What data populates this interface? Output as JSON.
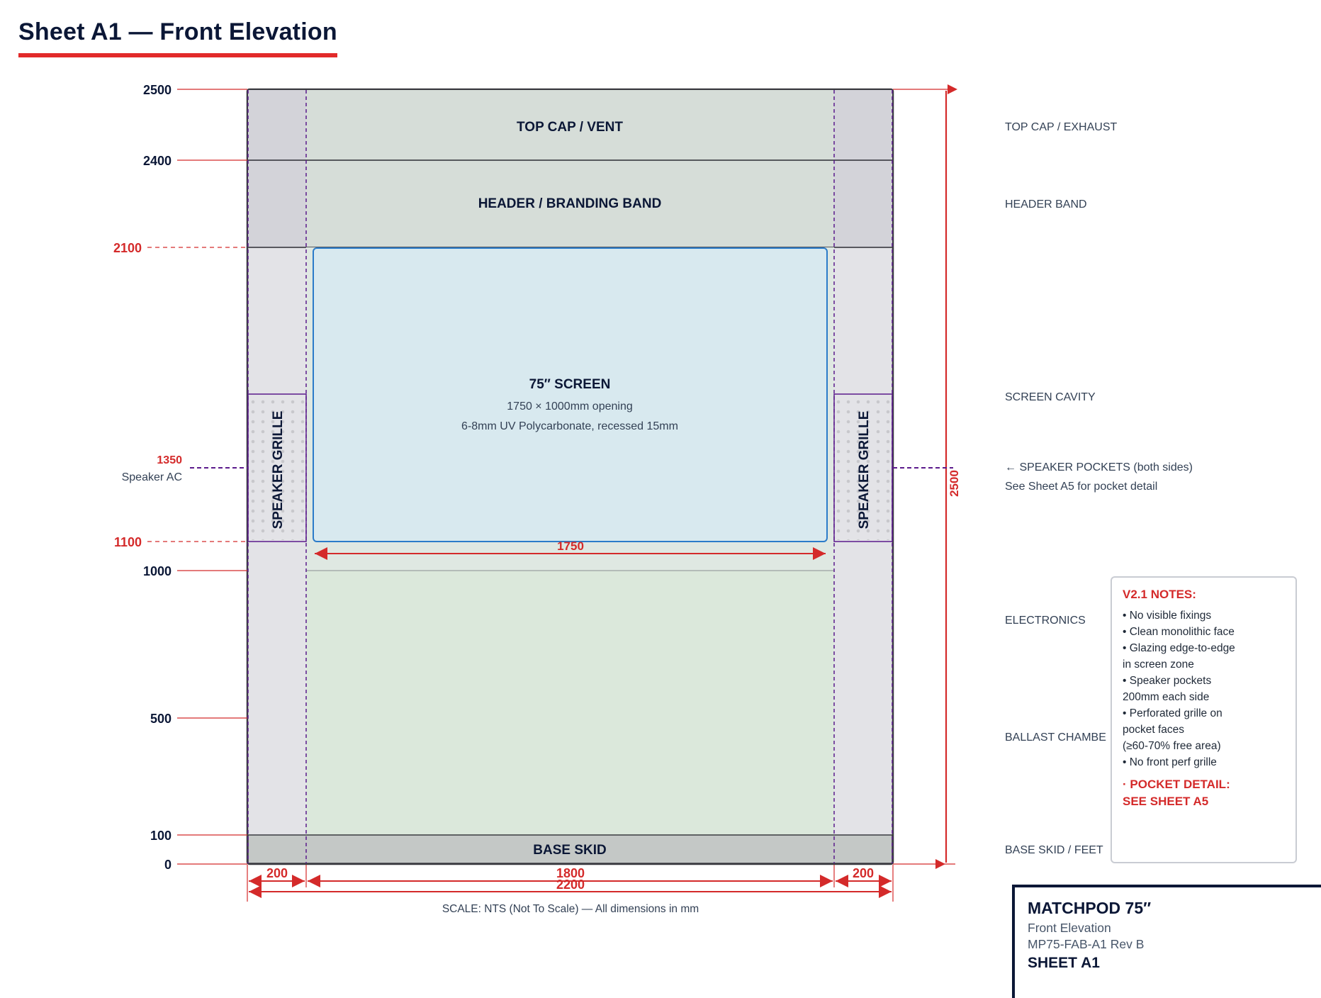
{
  "page": {
    "title": "Sheet A1 — Front Elevation"
  },
  "elevation": {
    "zones": {
      "top_cap": "TOP CAP / VENT",
      "header": "HEADER / BRANDING BAND",
      "screen_title": "75″ SCREEN",
      "screen_line1": "1750 × 1000mm opening",
      "screen_line2": "6-8mm UV Polycarbonate, recessed 15mm",
      "grille_left": "SPEAKER GRILLE",
      "grille_right": "SPEAKER GRILLE",
      "base": "BASE SKID"
    },
    "height_labels": {
      "h2500": "2500",
      "h2400": "2400",
      "h2100": "2100",
      "h1350": "1350",
      "speaker_ac": "Speaker AC",
      "h1100": "1100",
      "h1000": "1000",
      "h500": "500",
      "h100": "100",
      "h0": "0"
    },
    "dimensions": {
      "screen_width": "1750",
      "left_pocket": "200",
      "center": "1800",
      "right_pocket": "200",
      "overall_width": "2200",
      "overall_height": "2500"
    },
    "scale_note": "SCALE: NTS (Not To Scale) — All dimensions in mm"
  },
  "side_labels": {
    "top_cap": "TOP CAP / EXHAUST",
    "header": "HEADER BAND",
    "screen": "SCREEN CAVITY",
    "speaker_line1": "← SPEAKER POCKETS (both sides)",
    "speaker_line2": "See Sheet A5 for pocket detail",
    "electronics": "ELECTRONICS",
    "ballast": "BALLAST CHAMBE",
    "base": "BASE SKID / FEET"
  },
  "notes": {
    "title": "V2.1 NOTES:",
    "items": [
      "• No visible fixings",
      "• Clean monolithic face",
      "• Glazing edge-to-edge",
      "in screen zone",
      "• Speaker pockets",
      "200mm each side",
      "• Perforated grille on",
      "pocket faces",
      "(≥60-70% free area)",
      "• No front perf grille"
    ],
    "red_line1": "· POCKET DETAIL:",
    "red_line2": "SEE SHEET A5"
  },
  "title_block": {
    "name": "MATCHPOD 75″",
    "subtitle": "Front Elevation",
    "code": "MP75-FAB-A1 Rev B",
    "sheet": "SHEET A1"
  },
  "colors": {
    "accent_red": "#d42a2a",
    "navy": "#0b1736",
    "purple": "#5b1a8c",
    "screen_fill": "#d8e9ef",
    "screen_stroke": "#2b7bc9",
    "zone_fill": "#d6ddd8",
    "electronics_fill": "#dbe8db"
  }
}
